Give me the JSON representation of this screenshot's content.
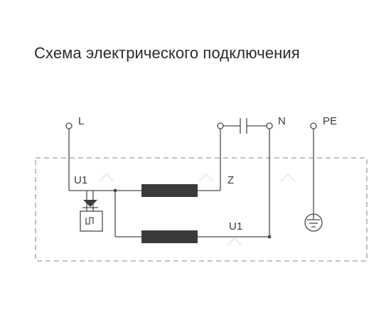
{
  "title": "Схема электрического подключения",
  "terminals": {
    "l": "L",
    "n": "N",
    "pe": "PE"
  },
  "labels": {
    "u1_left": "U1",
    "z": "Z",
    "u1_bottom": "U1"
  },
  "colors": {
    "wire": "#4a4a4a",
    "boundary": "#8a8a8a",
    "coil": "#3a3a3a"
  },
  "icons": {
    "thermal_protector": "thermal-protector-icon",
    "capacitor": "capacitor-icon",
    "ground": "ground-icon"
  }
}
